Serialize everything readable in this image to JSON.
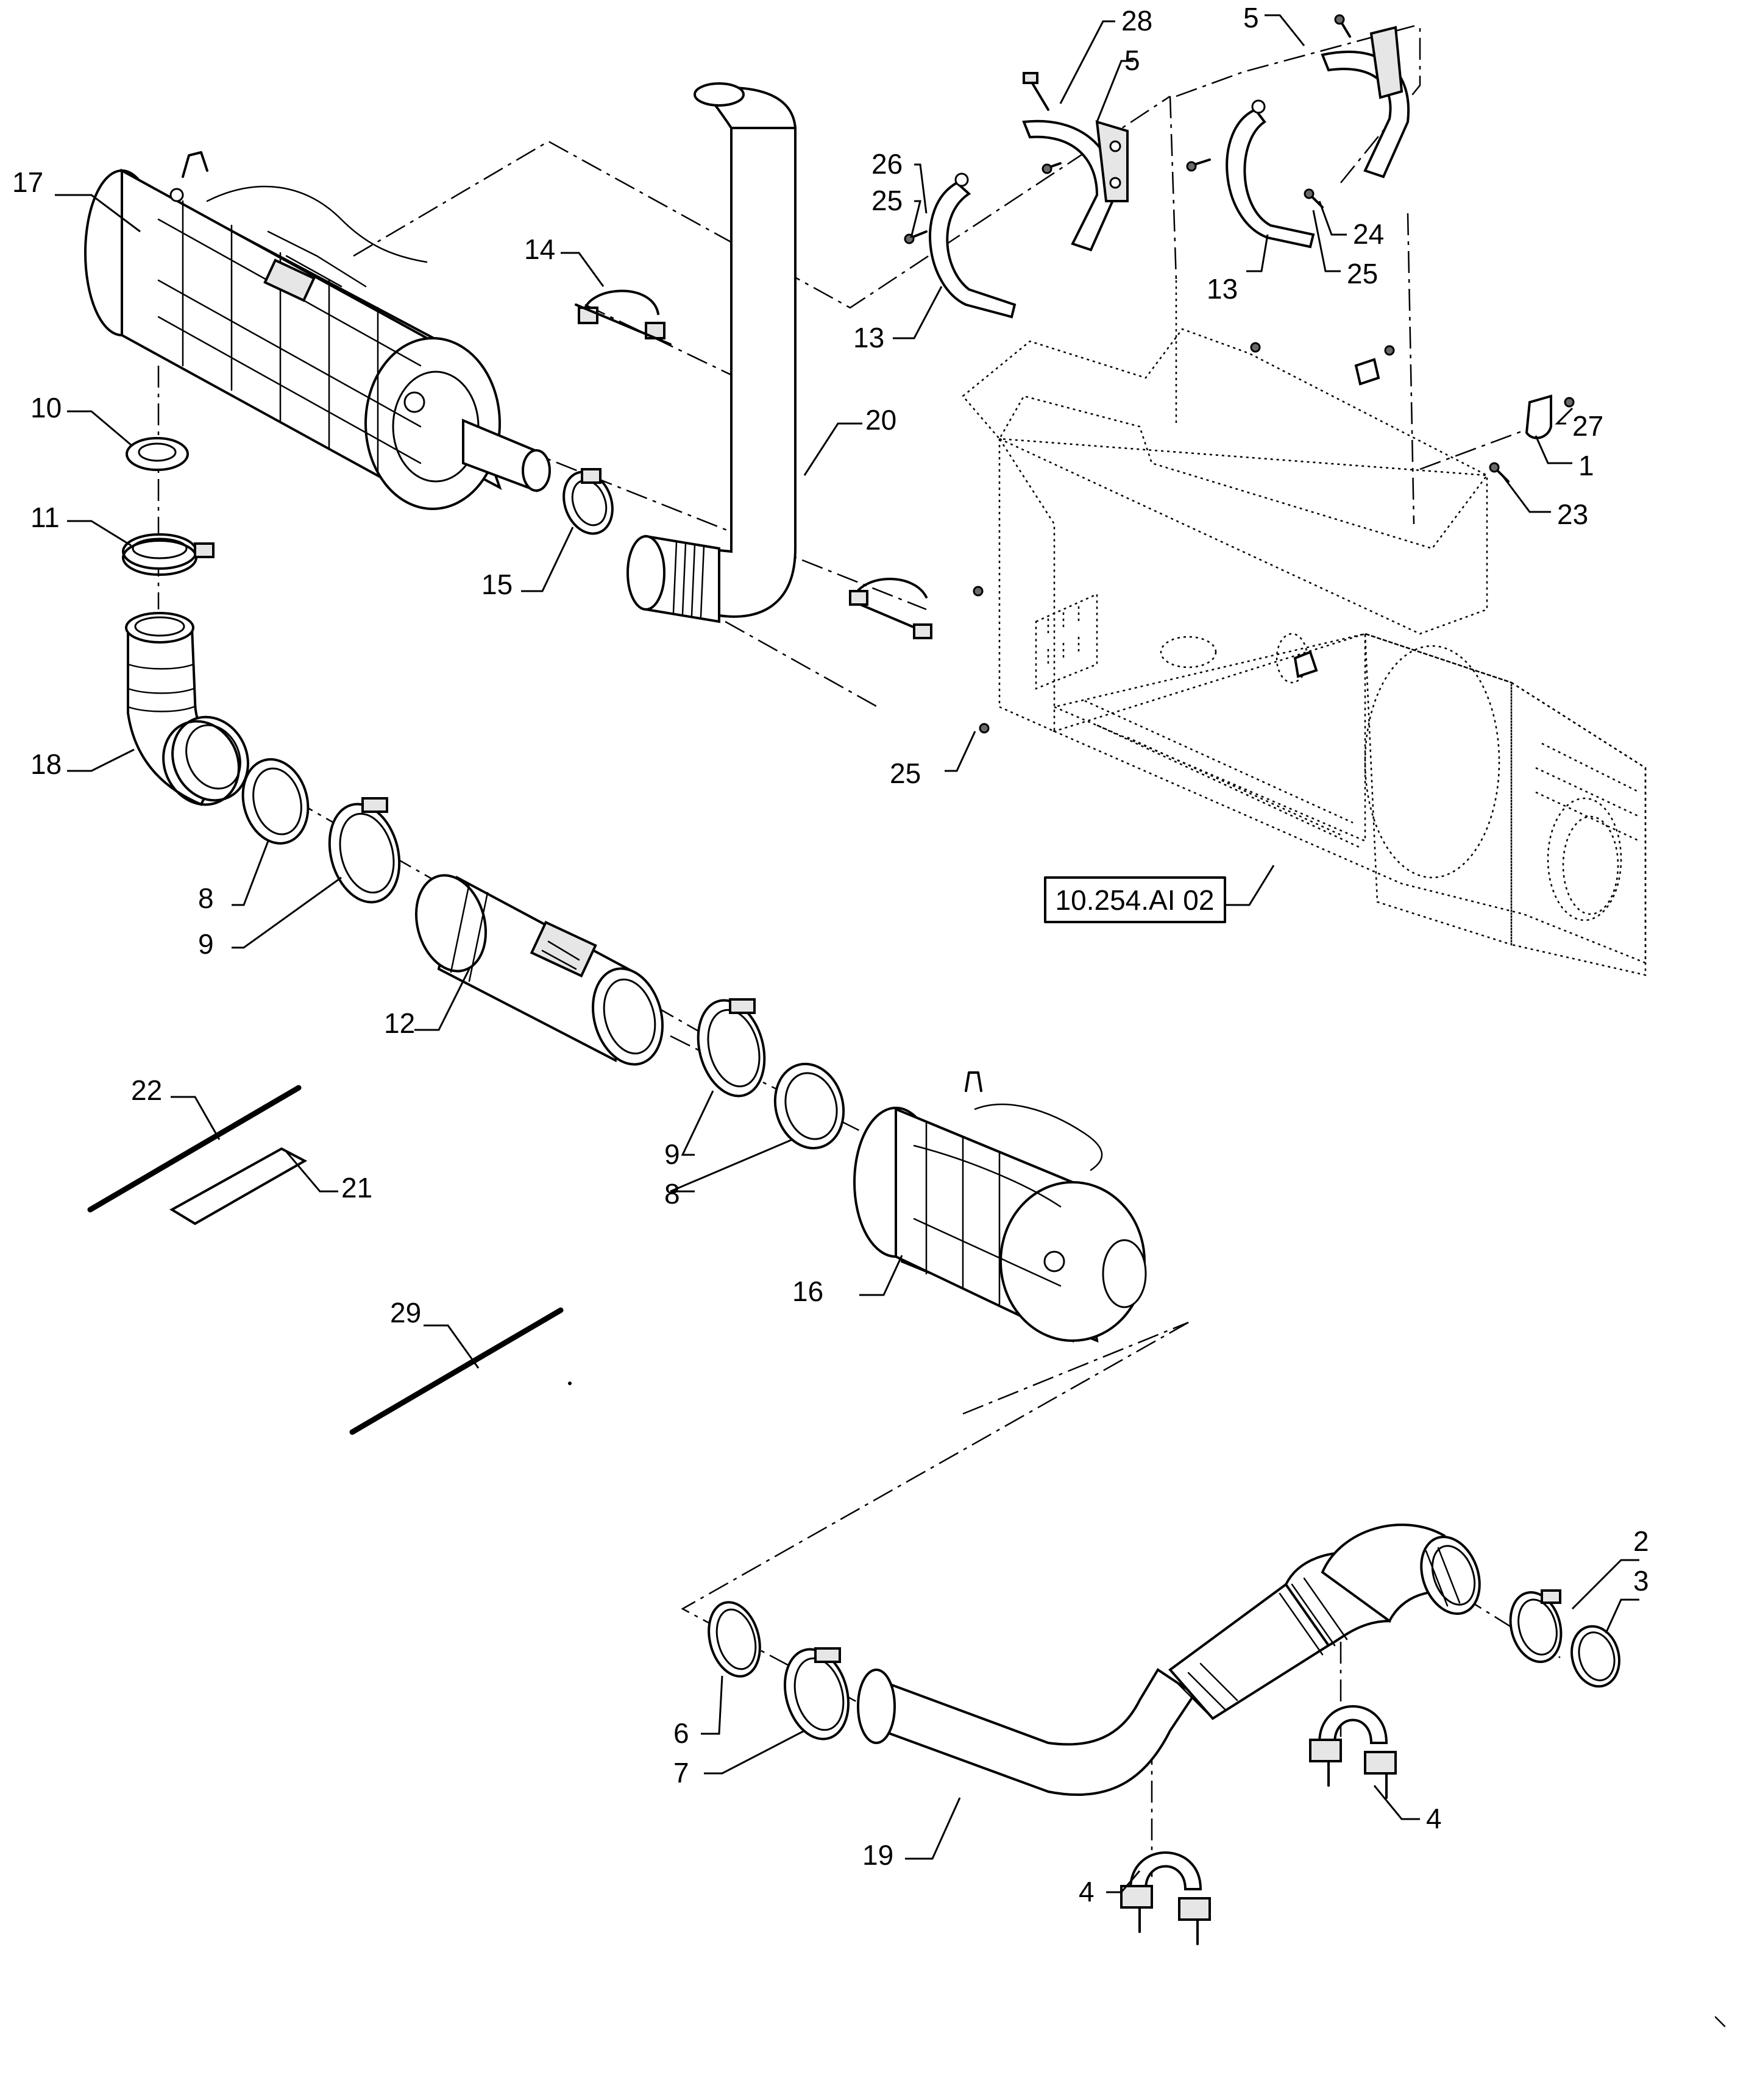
{
  "reference_box": "10.254.AI 02",
  "callouts": [
    {
      "id": "c-17",
      "text": "17"
    },
    {
      "id": "c-10",
      "text": "10"
    },
    {
      "id": "c-11",
      "text": "11"
    },
    {
      "id": "c-18",
      "text": "18"
    },
    {
      "id": "c-8a",
      "text": "8"
    },
    {
      "id": "c-9a",
      "text": "9"
    },
    {
      "id": "c-12",
      "text": "12"
    },
    {
      "id": "c-22",
      "text": "22"
    },
    {
      "id": "c-21",
      "text": "21"
    },
    {
      "id": "c-29",
      "text": "29"
    },
    {
      "id": "c-14",
      "text": "14"
    },
    {
      "id": "c-15",
      "text": "15"
    },
    {
      "id": "c-20",
      "text": "20"
    },
    {
      "id": "c-26",
      "text": "26"
    },
    {
      "id": "c-25a",
      "text": "25"
    },
    {
      "id": "c-28",
      "text": "28"
    },
    {
      "id": "c-5a",
      "text": "5"
    },
    {
      "id": "c-13a",
      "text": "13"
    },
    {
      "id": "c-5b",
      "text": "5"
    },
    {
      "id": "c-24",
      "text": "24"
    },
    {
      "id": "c-25b",
      "text": "25"
    },
    {
      "id": "c-13b",
      "text": "13"
    },
    {
      "id": "c-27",
      "text": "27"
    },
    {
      "id": "c-1",
      "text": "1"
    },
    {
      "id": "c-23",
      "text": "23"
    },
    {
      "id": "c-25c",
      "text": "25"
    },
    {
      "id": "c-9b",
      "text": "9"
    },
    {
      "id": "c-8b",
      "text": "8"
    },
    {
      "id": "c-16",
      "text": "16"
    },
    {
      "id": "c-2",
      "text": "2"
    },
    {
      "id": "c-3",
      "text": "3"
    },
    {
      "id": "c-6",
      "text": "6"
    },
    {
      "id": "c-7",
      "text": "7"
    },
    {
      "id": "c-19",
      "text": "19"
    },
    {
      "id": "c-4a",
      "text": "4"
    },
    {
      "id": "c-4b",
      "text": "4"
    }
  ]
}
